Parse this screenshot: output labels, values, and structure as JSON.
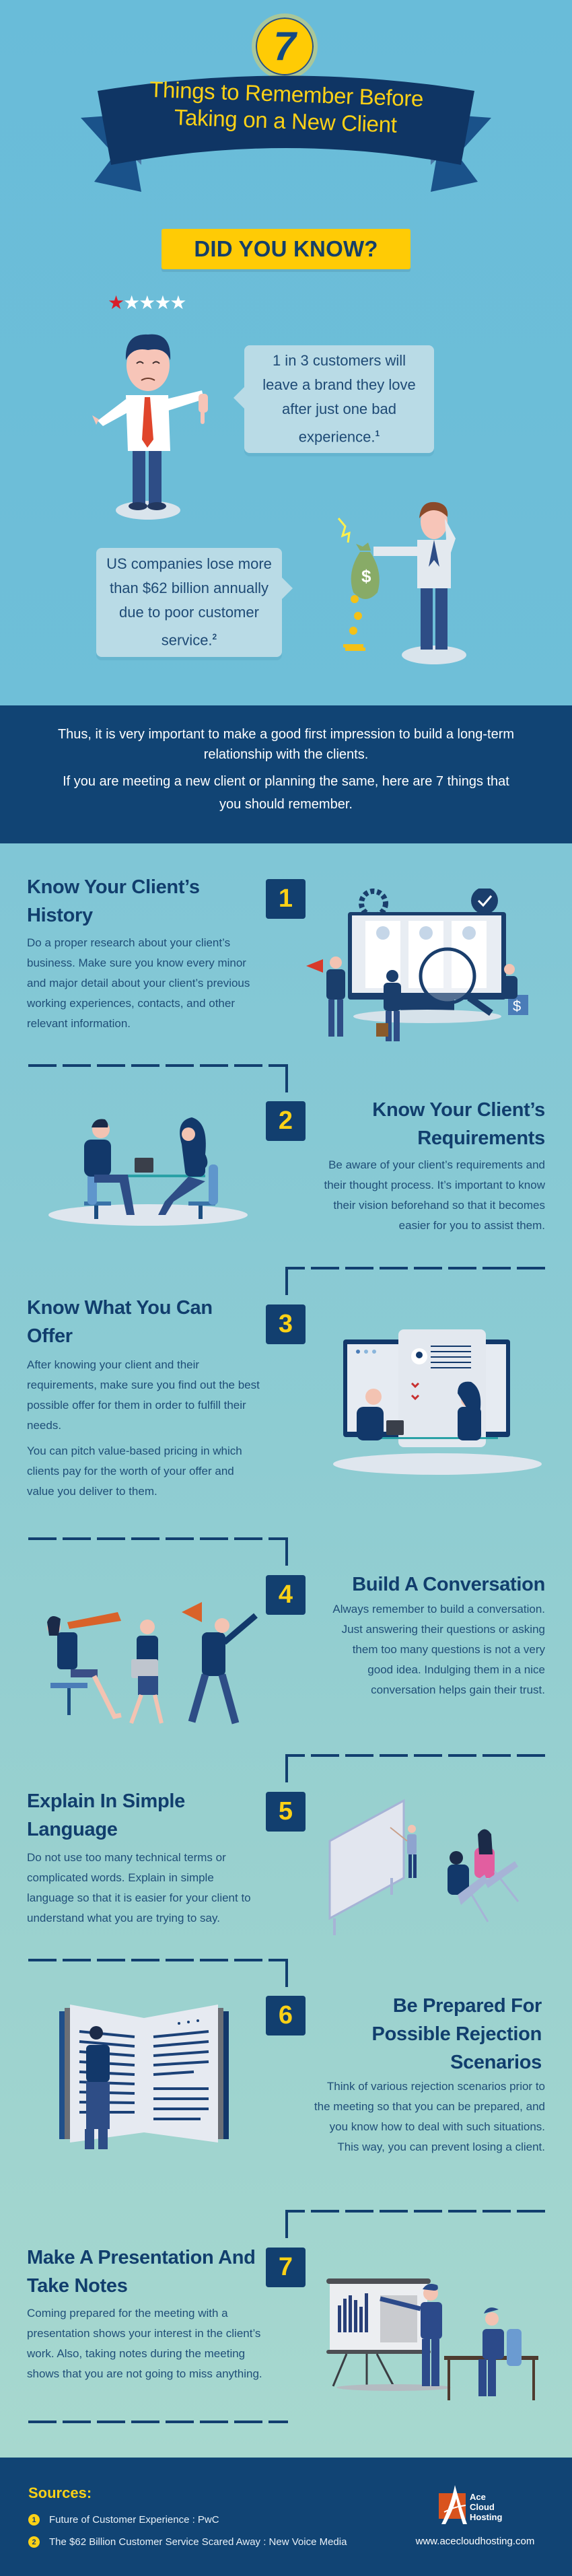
{
  "header": {
    "number": "7",
    "title_line1": "Things to Remember Before",
    "title_line2": "Taking on a New Client"
  },
  "did_you_know": {
    "label": "DID YOU KNOW?",
    "rating": {
      "filled": "★",
      "empty": "★★★★"
    },
    "fact1": "1 in 3 customers will leave a brand they love after just one bad experience.",
    "fact1_ref": "1",
    "fact2": "US companies lose more than $62 billion annually due to poor customer service.",
    "fact2_ref": "2"
  },
  "intro": {
    "p1": "Thus, it is very important to make a good first impression to build a long-term relationship with the clients.",
    "p2": "If you are meeting a new client or planning the same, here are 7 things that you should remember."
  },
  "items": [
    {
      "number": "1",
      "title": "Know Your Client’s History",
      "body": [
        "Do a proper research about your client’s business. Make sure you know every minor and major detail about your client’s previous working experiences, contacts, and other relevant information."
      ],
      "illustration": "team-reviewing-client-profiles"
    },
    {
      "number": "2",
      "title": "Know Your Client’s Requirements",
      "body": [
        "Be aware of your client’s requirements and their thought process. It’s important to know their vision beforehand so that it becomes easier for you to assist them."
      ],
      "illustration": "two-people-meeting-at-table"
    },
    {
      "number": "3",
      "title": "Know What You Can Offer",
      "body": [
        "After knowing your client and their requirements, make sure you find out the best possible offer for them in order to fulfill their needs.",
        "You can pitch value-based pricing in which clients pay for the worth of your offer and value you deliver to them."
      ],
      "illustration": "meeting-with-resume-screen"
    },
    {
      "number": "4",
      "title": "Build A Conversation",
      "body": [
        "Always remember to build a conversation. Just answering their questions or asking them too many questions is not a very good idea. Indulging them in a nice conversation helps gain their trust."
      ],
      "illustration": "people-with-telescope-and-megaphone"
    },
    {
      "number": "5",
      "title": "Explain In Simple Language",
      "body": [
        "Do not use too many technical terms or complicated words. Explain in simple language so that it is easier for your client to understand what you are trying to say."
      ],
      "illustration": "presenter-at-whiteboard"
    },
    {
      "number": "6",
      "title": "Be Prepared For Possible Rejection Scenarios",
      "body": [
        "Think of various rejection scenarios prior to the meeting so that you can be prepared, and you know how to deal with such situations. This way, you can prevent losing a client."
      ],
      "illustration": "man-reading-giant-book"
    },
    {
      "number": "7",
      "title": "Make A Presentation And Take Notes",
      "body": [
        "Coming prepared for the meeting with a presentation shows your interest in the client’s work. Also, taking notes during the meeting shows that you are not going to miss anything."
      ],
      "illustration": "presenter-with-chart-and-note-taker"
    }
  ],
  "footer": {
    "sources_title": "Sources:",
    "sources": [
      {
        "num": "1",
        "text": "Future of Customer Experience : PwC"
      },
      {
        "num": "2",
        "text": "The $62 Billion Customer Service Scared Away : New Voice Media"
      }
    ],
    "brand_line1": "Ace",
    "brand_line2": "Cloud",
    "brand_line3": "Hosting",
    "website": "www.acecloudhosting.com"
  },
  "colors": {
    "navy": "#114474",
    "badge": "#123f6f",
    "yellow": "#fcd116",
    "sky": "#69bcd9",
    "mint": "#a7d8cf",
    "bubble": "#b9dbe6",
    "logo_orange": "#d9531e"
  }
}
